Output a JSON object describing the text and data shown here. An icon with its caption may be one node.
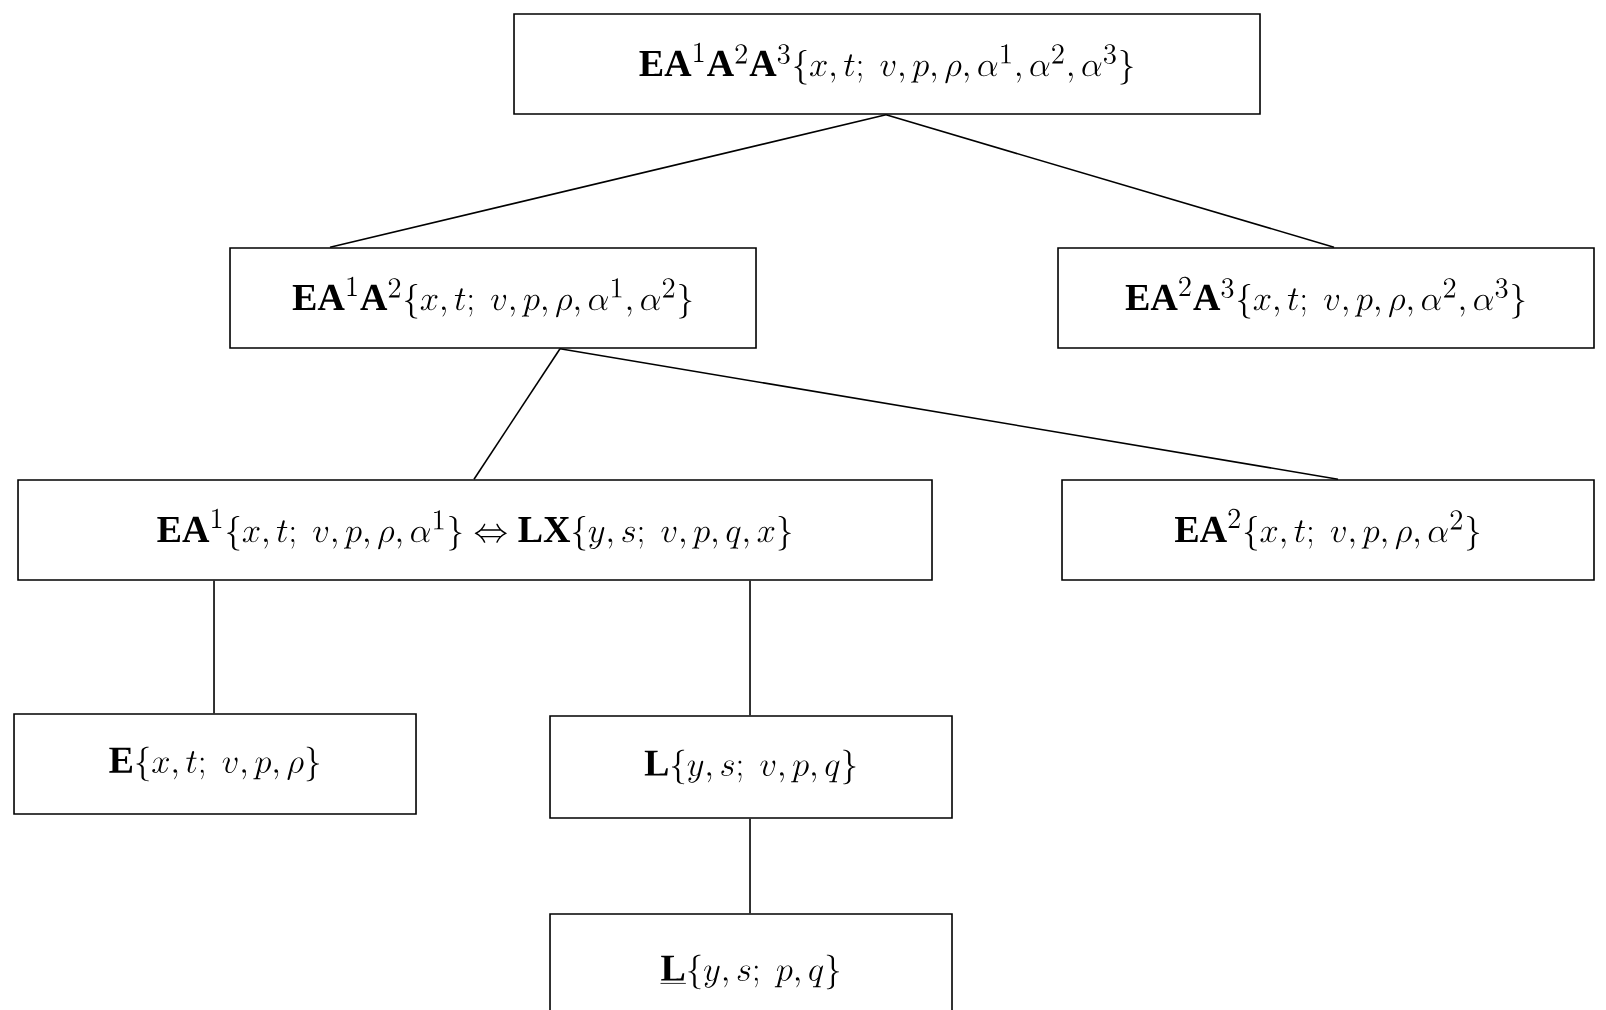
{
  "diagram": {
    "nodes": [
      {
        "text": [
          "\\mathbf{EA}^1\\mathbf{A}^2\\mathbf{A}^3\\{x,t;\\ v,p,\\rho,\\alpha^1,\\alpha^2,\\alpha^3\\}"
        ]
      },
      {
        "text": [
          "\\mathbf{EA}^1\\mathbf{A}^2\\{x,t;\\ v,p,\\rho,\\alpha^1,\\alpha^2\\}"
        ]
      },
      {
        "text": [
          "\\mathbf{EA}^2\\mathbf{A}^3\\{x,t;\\ v,p,\\rho,\\alpha^2,\\alpha^3\\}"
        ]
      },
      {
        "text": [
          "\\mathbf{EA}^1\\{x,t;\\ v,p,\\rho,\\alpha^1\\}\\Leftrightarrow\\mathbf{LX}\\{y,s;\\ v,p,q,x\\}"
        ]
      },
      {
        "text": [
          "\\mathbf{EA}^2\\{x,t;\\ v,p,\\rho,\\alpha^2\\}"
        ]
      },
      {
        "text": [
          "\\mathbf{E}\\{x,t;\\ v,p,\\rho\\}"
        ]
      },
      {
        "text": [
          "\\mathbf{L}\\{y,s;\\ v,p,q\\}"
        ]
      },
      {
        "text": [
          "\\underline{\\mathbf{L}}\\{y,s;\\ p,q\\}"
        ]
      }
    ],
    "edges": [
      {
        "from": 0,
        "to": 1,
        "arrow": "none"
      },
      {
        "from": 0,
        "to": 2,
        "arrow": "none"
      },
      {
        "from": 1,
        "to": 3,
        "arrow": "none"
      },
      {
        "from": 1,
        "to": 4,
        "arrow": "none"
      },
      {
        "from": 3,
        "to": 5,
        "arrow": "none"
      },
      {
        "from": 3,
        "to": 6,
        "arrow": "none"
      },
      {
        "from": 6,
        "to": 7,
        "arrow": "none"
      }
    ]
  }
}
